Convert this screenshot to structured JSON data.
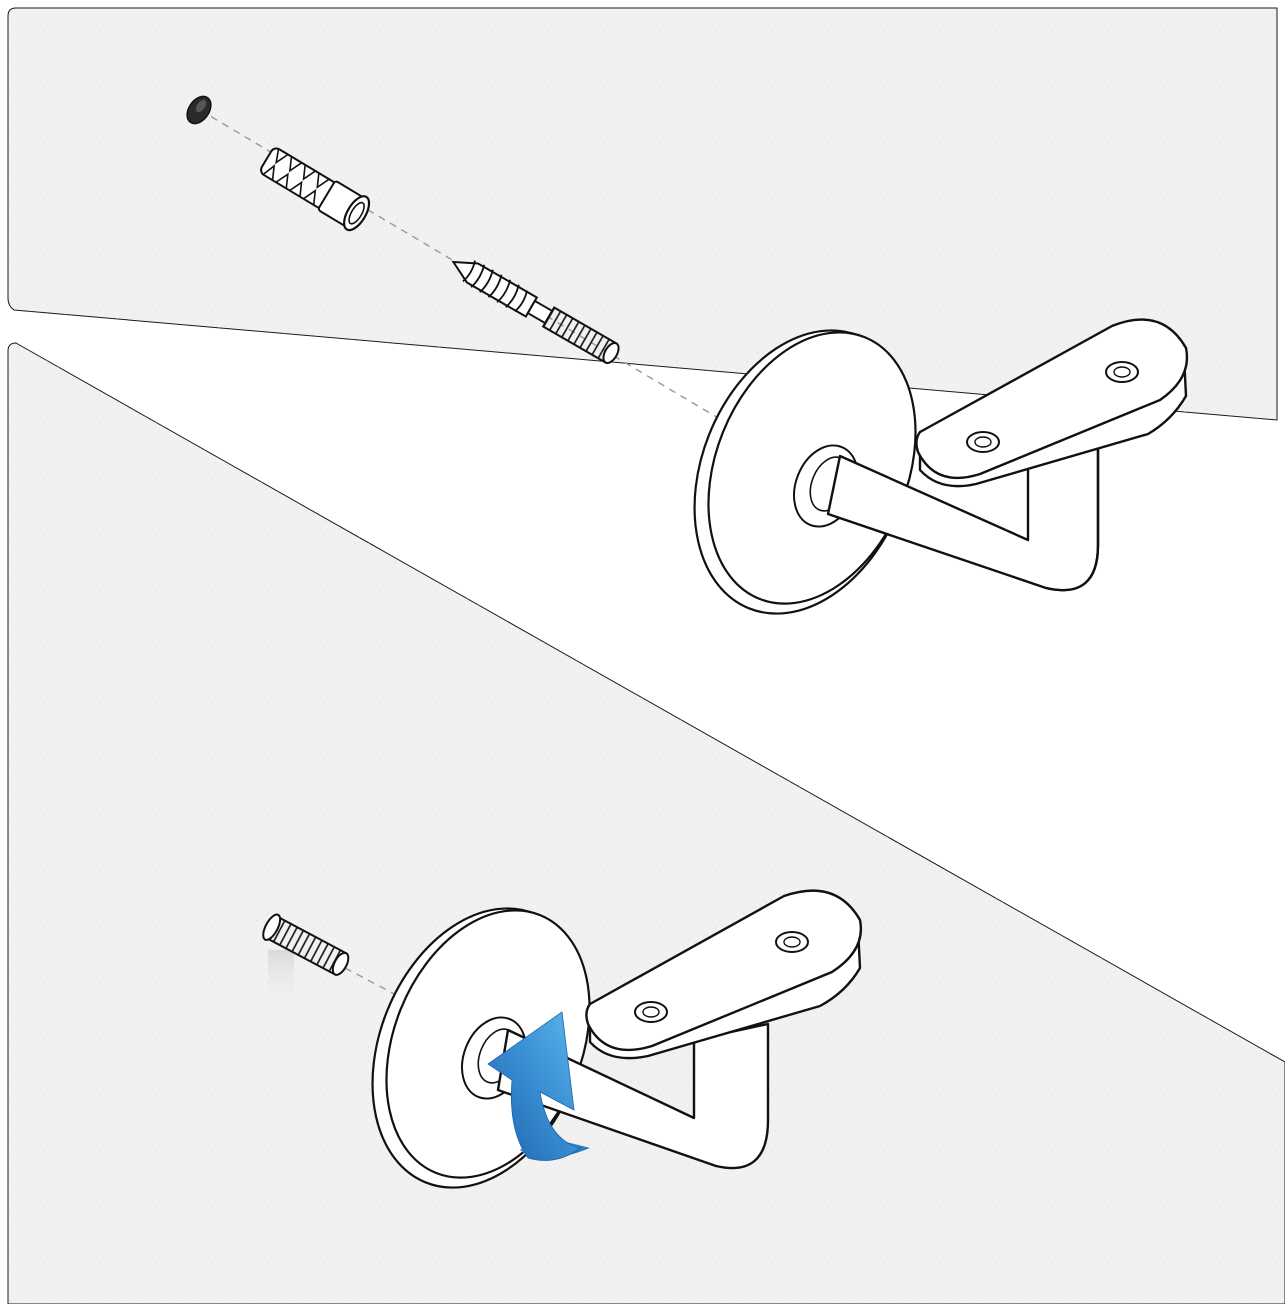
{
  "diagram": {
    "kind": "assembly-instruction",
    "text_labels": [],
    "panels": [
      {
        "id": "step-1",
        "label": "",
        "parts": [
          "wall-plug",
          "anchor-sleeve",
          "hanger-bolt",
          "handrail-bracket"
        ],
        "guide": "dashed-alignment-line"
      },
      {
        "id": "step-2",
        "label": "",
        "parts": [
          "threaded-stud",
          "handrail-bracket"
        ],
        "guide": "dashed-alignment-line",
        "motion": "rotation-arrow"
      }
    ],
    "colors": {
      "background": "#ffffff",
      "panel_fill": "#f1f1f1",
      "panel_stroke": "#1a1a1a",
      "part_fill": "#ffffff",
      "part_stroke": "#111111",
      "plug_fill": "#2a2a2a",
      "guide_line": "#999999",
      "arrow_light": "#5ab8ec",
      "arrow_dark": "#1c63ad"
    }
  }
}
